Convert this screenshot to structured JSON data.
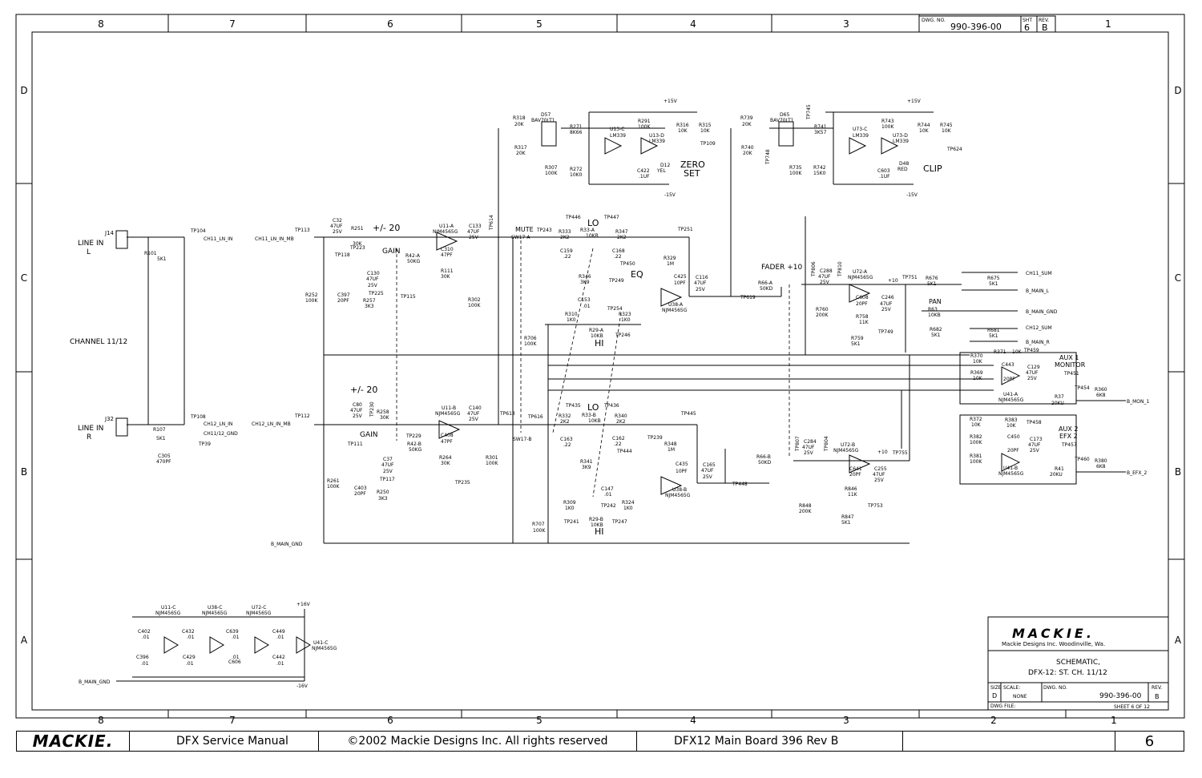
{
  "footer": {
    "logo": "MACKIE.",
    "manual": "DFX Service Manual",
    "copyright": "©2002 Mackie Designs Inc. All rights reserved",
    "board": "DFX12 Main Board 396 Rev B",
    "page": "6"
  },
  "border": {
    "columns": [
      "8",
      "7",
      "6",
      "5",
      "4",
      "3",
      "2",
      "1"
    ],
    "rows": [
      "D",
      "C",
      "B",
      "A"
    ]
  },
  "drawing_number": {
    "label": "DWG. NO.",
    "value": "990-396-00",
    "sht_label": "SHT",
    "sht": "6",
    "rev_label": "REV.",
    "rev": "B"
  },
  "title_block": {
    "logo": "MACKIE.",
    "company": "Mackie Designs Inc.  Woodinville, Wa.",
    "title_1": "SCHEMATIC,",
    "title_2": "DFX-12: ST. CH. 11/12",
    "size_label": "SIZE",
    "size": "D",
    "scale_label": "SCALE:",
    "scale": "NONE",
    "dwg_no_label": "DWG. NO.",
    "dwg_no": "990-396-00",
    "rev_label": "REV.",
    "rev": "B",
    "dwg_file_label": "DWG FILE:",
    "sheet_text": "SHEET  6  OF  12"
  },
  "schematic": {
    "channel_label": "CHANNEL 11/12",
    "inputs": {
      "line_in_l": [
        "LINE IN",
        "L"
      ],
      "line_in_r": [
        "LINE IN",
        "R"
      ],
      "j14": "J14",
      "j32": "J32",
      "r101": [
        "R101",
        "5K1"
      ],
      "r107": [
        "R107",
        "5K1"
      ],
      "c305": [
        "C305",
        "470PF"
      ],
      "tp104": "TP104",
      "tp108": "TP108",
      "tp39": "TP39",
      "ch11_ln_in": "CH11_LN_IN",
      "ch12_ln_in": "CH12_LN_IN",
      "ch1112_gnd": "CH11/12_GND"
    },
    "upper": {
      "net_in": "CH11_LN_IN_MB",
      "tp113": "TP113",
      "c32": [
        "C32",
        "47UF",
        "25V"
      ],
      "r251": [
        "R251",
        "30K"
      ],
      "tp223": "TP223",
      "tp118": "TP118",
      "gain_range": "+/- 20",
      "gain": "GAIN",
      "r42a": [
        "R42-A",
        "50KG"
      ],
      "c130": [
        "C130",
        "47UF",
        "25V"
      ],
      "tp225": "TP225",
      "r257": [
        "R257",
        "3K3"
      ],
      "r252": [
        "R252",
        "100K"
      ],
      "c397": [
        "C397",
        "20PF"
      ],
      "tp115": "TP115",
      "u11a": [
        "U11-A",
        "NJM4565G"
      ],
      "c310": [
        "C310",
        "47PF"
      ],
      "r111": [
        "R111",
        "30K"
      ],
      "c133": [
        "C133",
        "47UF",
        "25V"
      ],
      "tp614": "TP614",
      "r302": [
        "R302",
        "100K"
      ],
      "mute": "MUTE",
      "sw17a": "SW17-A",
      "tp243": "TP243",
      "r706": [
        "R706",
        "100K"
      ],
      "tp446": "TP446",
      "lo": "LO",
      "tp447": "TP447",
      "r333": [
        "R333",
        "2K2"
      ],
      "r33a": [
        "R33-A",
        "10KB"
      ],
      "r347": [
        "R347",
        "2K2"
      ],
      "tp251": "TP251",
      "c159": [
        "C159",
        ".22"
      ],
      "c168": [
        "C168",
        ".22"
      ],
      "tp450": "TP450",
      "r346": [
        "R346",
        "3K9"
      ],
      "tp249": "TP249",
      "eq": "EQ",
      "r329": [
        "R329",
        "1M"
      ],
      "c425": [
        "C425",
        "10PF"
      ],
      "c116": [
        "C116",
        "47UF",
        "25V"
      ],
      "u38a": [
        "U38-A",
        "NJM4565G"
      ],
      "tp619": "TP619",
      "c153": [
        "C153",
        ".01"
      ],
      "tp254": "TP254",
      "r310": [
        "R310",
        "1K0"
      ],
      "r323": [
        "R323",
        "1K0"
      ],
      "r29a": [
        "R29-A",
        "10KB"
      ],
      "hi": "HI",
      "tp246": "TP246"
    },
    "clip_upper": {
      "r318": [
        "R318",
        "20K"
      ],
      "d57": [
        "D57",
        "BAV70LT1"
      ],
      "r317": [
        "R317",
        "20K"
      ],
      "r307": [
        "R307",
        "100K"
      ],
      "r271": [
        "R271",
        "8K66"
      ],
      "r272": [
        "R272",
        "10K0"
      ],
      "u13c": [
        "U13-C",
        "LM339"
      ],
      "r291": [
        "R291",
        "100K"
      ],
      "u13d": [
        "U13-D",
        "LM339"
      ],
      "v15p": "+15V",
      "r316": [
        "R316",
        "10K"
      ],
      "r315": [
        "R315",
        "10K"
      ],
      "tp109": "TP109",
      "c422": [
        "C422",
        ".1UF"
      ],
      "d12": [
        "D12",
        "YEL"
      ],
      "zero_set": [
        "ZERO",
        "SET"
      ],
      "v15n": "-15V"
    },
    "clip_right": {
      "r739": [
        "R739",
        "20K"
      ],
      "d65": [
        "D65",
        "BAV70LT1"
      ],
      "tp745": "TP745",
      "r740": [
        "R740",
        "20K"
      ],
      "tp748": "TP748",
      "r735": [
        "R735",
        "100K"
      ],
      "r741": [
        "R741",
        "3K57"
      ],
      "r742": [
        "R742",
        "15K0"
      ],
      "u73c": [
        "U73-C",
        "LM339"
      ],
      "r743": [
        "R743",
        "100K"
      ],
      "u73d": [
        "U73-D",
        "LM339"
      ],
      "v15p": "+15V",
      "r744": [
        "R744",
        "10K"
      ],
      "r745": [
        "R745",
        "10K"
      ],
      "tp624": "TP624",
      "c603": [
        "C603",
        ".1UF"
      ],
      "d48": [
        "D48",
        "RED"
      ],
      "clip": "CLIP",
      "v15n": "-15V"
    },
    "fader_pan": {
      "fader": "FADER +10",
      "r66a": [
        "R66-A",
        "50KD"
      ],
      "tp806": "TP806",
      "c288": [
        "C288",
        "47UF",
        "25V"
      ],
      "tp810": "TP810",
      "u72a": [
        "U72-A",
        "NJM4565G"
      ],
      "plus10": "+10",
      "tp751": "TP751",
      "c608": [
        "C608",
        "20PF"
      ],
      "c246": [
        "C246",
        "47UF",
        "25V"
      ],
      "r760": [
        "R760",
        "200K"
      ],
      "r758": [
        "R758",
        "11K"
      ],
      "tp749": "TP749",
      "r759": [
        "R759",
        "5K1"
      ],
      "r676": [
        "R676",
        "5K1"
      ],
      "pan": "PAN",
      "r63": [
        "R63",
        "10KB"
      ],
      "r675": [
        "R675",
        "5K1"
      ],
      "ch11_sum": "CH11_SUM",
      "b_main_l": "B_MAIN_L",
      "b_main_gnd": "B_MAIN_GND",
      "r682": [
        "R682",
        "5K1"
      ],
      "r681": [
        "R681",
        "5K1"
      ],
      "ch12_sum": "CH12_SUM",
      "b_main_r": "B_MAIN_R"
    },
    "aux": {
      "r370": [
        "R370",
        "10K"
      ],
      "r371": [
        "R371",
        "10K"
      ],
      "tp459": "TP459",
      "r369": [
        "R369",
        "10K"
      ],
      "c443": "C443",
      "c443b": [
        "20PF"
      ],
      "u41a": [
        "U41-A",
        "NJM4565G"
      ],
      "c129": [
        "C129",
        "47UF",
        "25V"
      ],
      "aux1": [
        "AUX 1",
        "MONITOR"
      ],
      "tp451": "TP451",
      "tp454": "TP454",
      "r37": [
        "R37",
        "20KU"
      ],
      "r360": [
        "R360",
        "6K8"
      ],
      "b_mon_1": "B_MON_1",
      "r372": [
        "R372",
        "10K"
      ],
      "r383": [
        "R383",
        "10K"
      ],
      "tp458": "TP458",
      "r382": [
        "R382",
        "100K"
      ],
      "c450": [
        "C450",
        "20PF"
      ],
      "c173": [
        "C173",
        "47UF",
        "25V"
      ],
      "aux2": [
        "AUX 2",
        "EFX 2"
      ],
      "tp457": "TP457",
      "r381": [
        "R381",
        "100K"
      ],
      "u41b": [
        "U41-B",
        "NJM4565G"
      ],
      "tp460": "TP460",
      "r41": [
        "R41",
        "20KU"
      ],
      "r380": [
        "R380",
        "6K8"
      ],
      "b_efx_2": "B_EFX_2"
    },
    "lower": {
      "net_in": "CH12_LN_IN_MB",
      "tp112": "TP112",
      "gain_range": "+/- 20",
      "c80": [
        "C80",
        "47UF",
        "25V"
      ],
      "tp230": "TP230",
      "r258": [
        "R258",
        "30K"
      ],
      "gain": "GAIN",
      "tp111": "TP111",
      "tp229": "TP229",
      "r42b": [
        "R42-B",
        "50KG"
      ],
      "c37": [
        "C37",
        "47UF",
        "25V"
      ],
      "tp117": "TP117",
      "r261": [
        "R261",
        "100K"
      ],
      "c403": [
        "C403",
        "20PF"
      ],
      "r250": [
        "R250",
        "3K3"
      ],
      "u11b": [
        "U11-B",
        "NJM4565G"
      ],
      "c408": [
        "C408",
        "47PF"
      ],
      "r264": [
        "R264",
        "30K"
      ],
      "tp235": "TP235",
      "c140": [
        "C140",
        "47UF",
        "25V"
      ],
      "r301": [
        "R301",
        "100K"
      ],
      "tp613": "TP613",
      "tp616": "TP616",
      "sw17b": "SW17-B",
      "r707": [
        "R707",
        "100K"
      ],
      "tp435": "TP435",
      "lo": "LO",
      "tp436": "TP436",
      "r332": [
        "R332",
        "2K2"
      ],
      "r33b": [
        "R33-B",
        "10KB"
      ],
      "r340": [
        "R340",
        "2K2"
      ],
      "tp445": "TP445",
      "c163": [
        "C163",
        ".22"
      ],
      "c162": [
        "C162",
        ".22"
      ],
      "tp444": "TP444",
      "tp239": "TP239",
      "r348": [
        "R348",
        "1M"
      ],
      "r341": [
        "R341",
        "3K9"
      ],
      "c435": [
        "C435",
        "10PF"
      ],
      "c165": [
        "C165",
        "47UF",
        "25V"
      ],
      "u38b": [
        "U38-B",
        "NJM4565G"
      ],
      "tp448": "TP448",
      "c147": [
        "C147",
        ".01"
      ],
      "tp242": "TP242",
      "r309": [
        "R309",
        "1K0"
      ],
      "r324": [
        "R324",
        "1K0"
      ],
      "tp241": "TP241",
      "r29b": [
        "R29-B",
        "10KB"
      ],
      "tp247": "TP247",
      "hi": "HI",
      "b_main_gnd": "B_MAIN_GND"
    },
    "lower_fader": {
      "r66b": [
        "R66-B",
        "50KD"
      ],
      "tp807": "TP807",
      "tp804": "TP804",
      "c284": [
        "C284",
        "47UF",
        "25V"
      ],
      "u72b": [
        "U72-B",
        "NJM4565G"
      ],
      "plus10": "+10",
      "tp755": "TP755",
      "c641": [
        "C641",
        "20PF"
      ],
      "c255": [
        "C255",
        "47UF",
        "25V"
      ],
      "r846": [
        "R846",
        "11K"
      ],
      "tp753": "TP753",
      "r848": [
        "R848",
        "200K"
      ],
      "r847": [
        "R847",
        "5K1"
      ]
    },
    "power": {
      "u11c": [
        "U11-C",
        "NJM4565G"
      ],
      "u38c": [
        "U38-C",
        "NJM4565G"
      ],
      "u72c": [
        "U72-C",
        "NJM4565G"
      ],
      "u41c": [
        "U41-C",
        "NJM4565G"
      ],
      "v16p": "+16V",
      "v16n": "-16V",
      "c402": [
        "C402",
        ".01"
      ],
      "c432": [
        "C432",
        ".01"
      ],
      "c639": [
        "C639",
        ".01"
      ],
      "c449": [
        "C449",
        ".01"
      ],
      "c396": [
        "C396",
        ".01"
      ],
      "c429": [
        "C429",
        ".01"
      ],
      "c606": [
        "C606",
        ".01"
      ],
      "c442": [
        "C442",
        ".01"
      ],
      "b_main_gnd": "B_MAIN_GND"
    }
  }
}
